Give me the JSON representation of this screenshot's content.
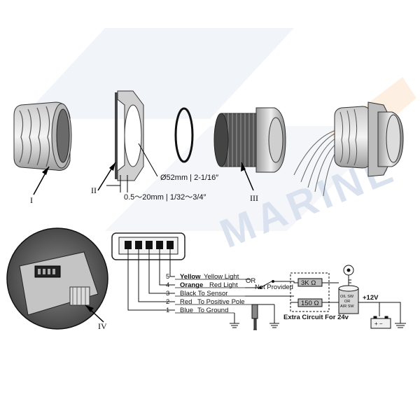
{
  "watermark": {
    "brand": "MARINE"
  },
  "parts": {
    "label_I": "I",
    "label_II": "II",
    "label_III": "III",
    "label_IV": "IV"
  },
  "dimensions": {
    "hole": "Ø52mm | 2-1/16″",
    "panel_thickness": "0.5～20mm | 1/32～3/4″"
  },
  "pins": [
    "5",
    "4",
    "3",
    "2",
    "1"
  ],
  "wires": [
    {
      "pin": "5",
      "color": "Yellow",
      "function": "Yellow Light"
    },
    {
      "pin": "4",
      "color": "Orange",
      "function": "Red Light"
    },
    {
      "pin": "3",
      "color": "",
      "function": "Black To Sensor"
    },
    {
      "pin": "2",
      "color": "Red",
      "function": "To Positive Pole"
    },
    {
      "pin": "1",
      "color": "Blue",
      "function": "To Ground"
    }
  ],
  "circuit": {
    "or_label": "OR",
    "not_provided": "Not Provided",
    "resistor_top": "3K Ω",
    "resistor_bottom": "150 Ω",
    "extra_circuit": "Extra Circuit For 24v",
    "switch_text": [
      "OIL SW",
      "OR",
      "AIR SW"
    ],
    "voltage": "+12V"
  }
}
